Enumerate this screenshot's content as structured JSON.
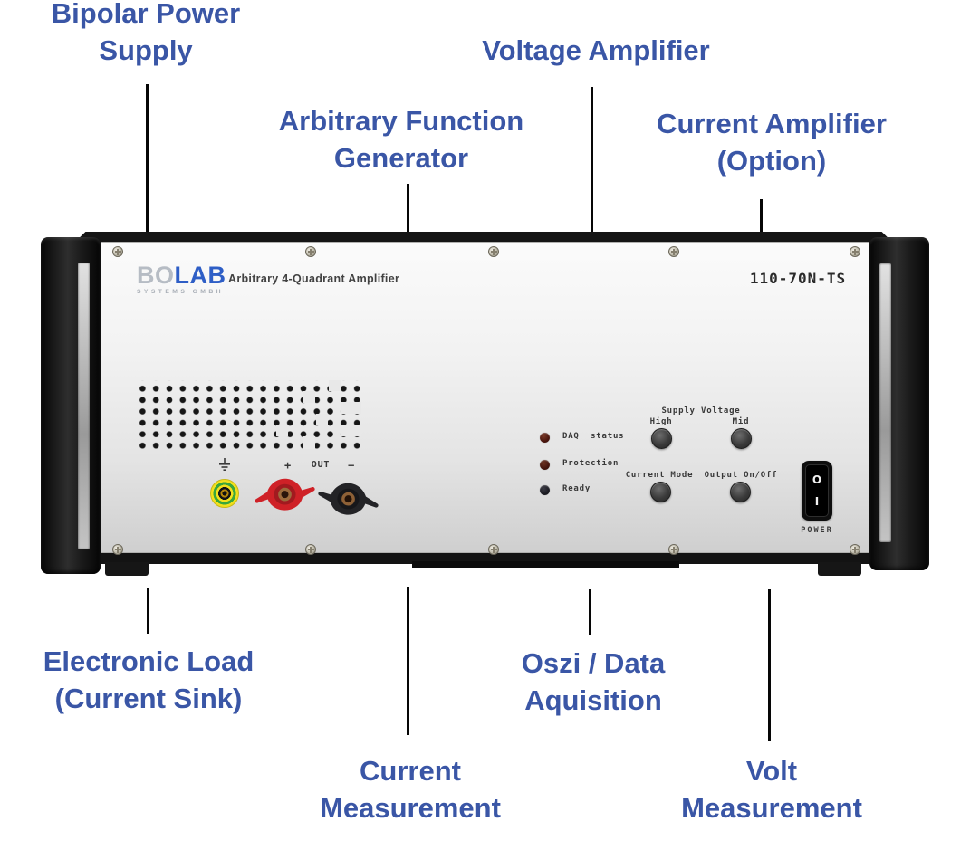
{
  "colors": {
    "annotation_blue": "#3A56A6",
    "logo_blue": "#2E5EC6",
    "logo_gray": "#B6BCC4",
    "post_red": "#CF2127",
    "post_red_shade": "#A21A1F",
    "post_black": "#232326",
    "post_black_shade": "#17171A",
    "jack_yellow": "#F2E01C",
    "jack_green": "#3AA63C"
  },
  "annotations": {
    "bipolar_power_supply": {
      "line1": "Bipolar Power",
      "line2": "Supply"
    },
    "arbitrary_function_generator": {
      "line1": "Arbitrary Function",
      "line2": "Generator"
    },
    "voltage_amplifier": {
      "line1": "Voltage Amplifier"
    },
    "current_amplifier": {
      "line1": "Current Amplifier",
      "line2": "(Option)"
    },
    "electronic_load": {
      "line1": "Electronic Load",
      "line2": "(Current Sink)"
    },
    "current_measurement": {
      "line1": "Current",
      "line2": "Measurement"
    },
    "oszi_data_aquisition": {
      "line1": "Oszi / Data",
      "line2": "Aquisition"
    },
    "volt_measurement": {
      "line1": "Volt",
      "line2": "Measurement"
    }
  },
  "device": {
    "brand": {
      "name_bo": "BO",
      "name_lab": "LAB",
      "subtitle": "SYSTEMS GMBH"
    },
    "panel_title": "Arbitrary 4-Quadrant Amplifier",
    "model": "110-70N-TS",
    "output": {
      "plus": "+",
      "label": "OUT",
      "minus": "−"
    },
    "leds": [
      {
        "label": "DAQ  status"
      },
      {
        "label": "Protection"
      },
      {
        "label": "Ready"
      }
    ],
    "controls": {
      "group_label": "Supply Voltage",
      "high": "High",
      "mid": "Mid",
      "current_mode": "Current Mode",
      "output_on_off": "Output On/Off"
    },
    "power": {
      "label": "POWER",
      "off_symbol": "O",
      "on_symbol": "I"
    }
  }
}
